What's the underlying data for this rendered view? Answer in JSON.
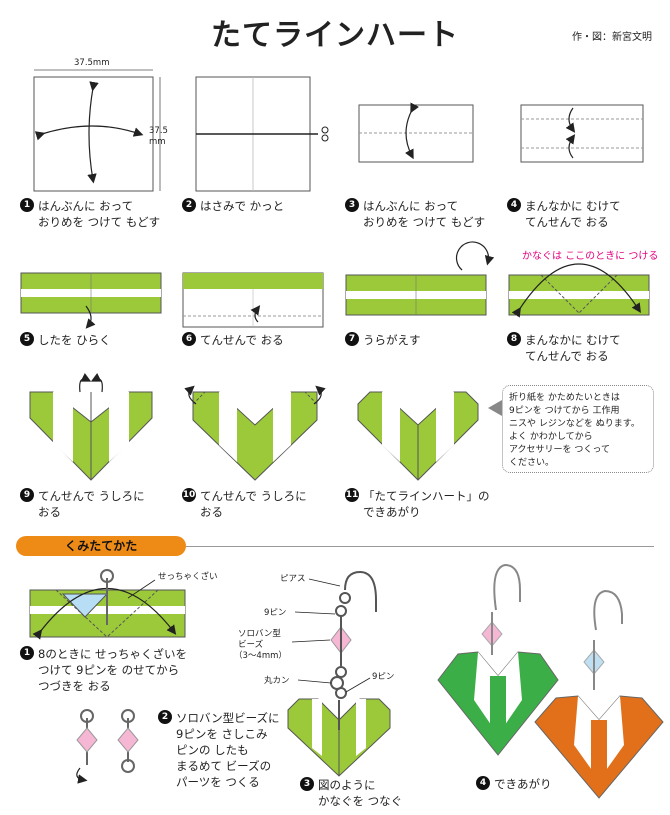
{
  "title": "たてラインハート",
  "credit": "作・図：新宮文明",
  "colors": {
    "green": "#9bc93a",
    "white": "#ffffff",
    "pink": "#e4007f",
    "orange": "#ee8a16",
    "blue": "#b8def5"
  },
  "dims": {
    "width": "37.5mm",
    "height_top": "37.5",
    "height_unit": "mm"
  },
  "steps": [
    {
      "n": "1",
      "lines": [
        "はんぶんに おって",
        "おりめを つけて もどす"
      ]
    },
    {
      "n": "2",
      "lines": [
        "はさみで かっと"
      ]
    },
    {
      "n": "3",
      "lines": [
        "はんぶんに おって",
        "おりめを つけて もどす"
      ]
    },
    {
      "n": "4",
      "lines": [
        "まんなかに むけて",
        "てんせんで おる"
      ]
    },
    {
      "n": "5",
      "lines": [
        "したを ひらく"
      ]
    },
    {
      "n": "6",
      "lines": [
        "てんせんで おる"
      ]
    },
    {
      "n": "7",
      "lines": [
        "うらがえす"
      ]
    },
    {
      "n": "8",
      "lines": [
        "まんなかに むけて",
        "てんせんで おる"
      ]
    },
    {
      "n": "9",
      "lines": [
        "てんせんで うしろに",
        "おる"
      ]
    },
    {
      "n": "10",
      "lines": [
        "てんせんで うしろに",
        "おる"
      ]
    },
    {
      "n": "11",
      "lines": [
        "「たてラインハート」の",
        "できあがり"
      ]
    }
  ],
  "step8_note": "かなぐは ここのときに つける",
  "note": [
    "折り紙を かためたいときは",
    "9ピンを つけてから 工作用",
    "ニスや レジンなどを ぬります。",
    "よく かわかしてから",
    "アクセサリーを つくって",
    "ください。"
  ],
  "section": "くみたてかた",
  "assembly": {
    "glue_label": "せっちゃくざい",
    "a1": {
      "n": "1",
      "lines": [
        "8のときに せっちゃくざいを",
        "つけて 9ピンを のせてから",
        "つづきを おる"
      ]
    },
    "a2": {
      "n": "2",
      "lines": [
        "ソロバン型ビーズに",
        "9ピンを さしこみ",
        "ピンの したも",
        "まるめて ビーズの",
        "パーツを つくる"
      ]
    },
    "a3": {
      "n": "3",
      "lines": [
        "図のように",
        "かなぐを つなぐ"
      ]
    },
    "a4": {
      "n": "4",
      "label": "できあがり"
    },
    "parts": {
      "piasu": "ピアス",
      "pin9a": "9ピン",
      "beads1": "ソロバン型",
      "beads2": "ビーズ",
      "beads3": "（3〜4mm）",
      "marukan": "丸カン",
      "pin9b": "9ピン"
    }
  }
}
